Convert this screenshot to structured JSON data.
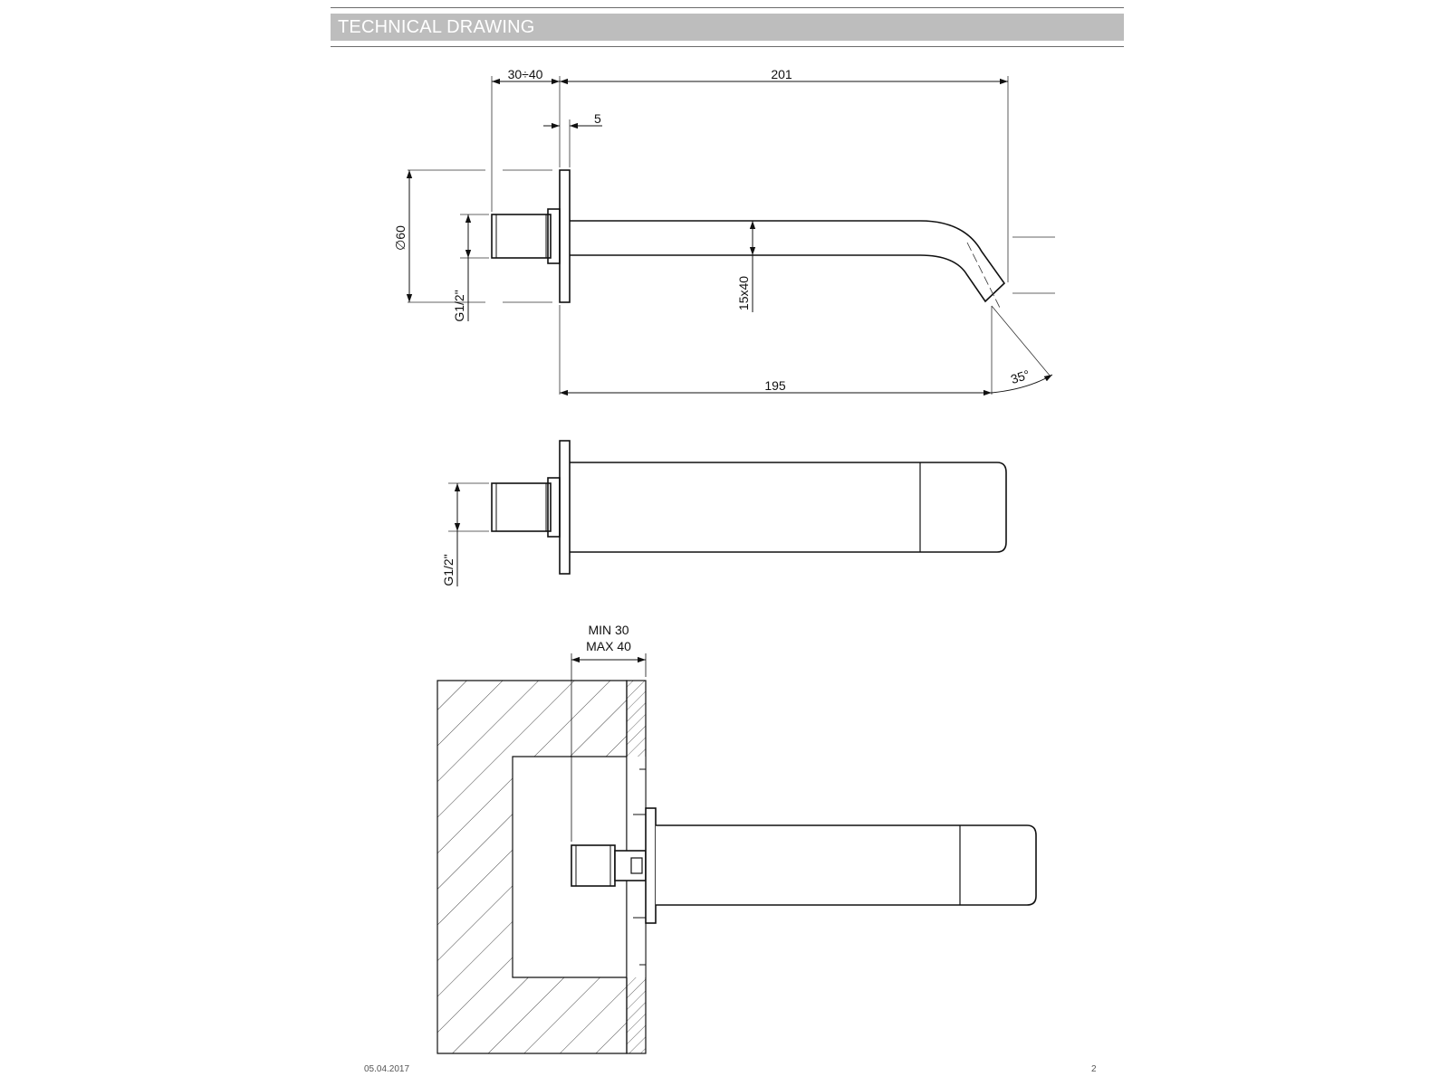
{
  "header": {
    "title": "TECHNICAL DRAWING"
  },
  "top_view": {
    "dim_wall_depth": "30÷40",
    "dim_length_overall": "201",
    "dim_plate": "5",
    "dim_diameter": "∅60",
    "dim_thread": "G1/2\"",
    "dim_section": "15x40",
    "dim_length_base": "195",
    "dim_angle": "35°"
  },
  "side_view": {
    "dim_thread": "G1/2\""
  },
  "install_view": {
    "dim_min": "MIN 30",
    "dim_max": "MAX 40"
  },
  "footer": {
    "date": "05.04.2017",
    "page_number": "2"
  },
  "colors": {
    "header_bar": "#bdbdbd",
    "line": "#111111",
    "hatch": "#444444"
  }
}
